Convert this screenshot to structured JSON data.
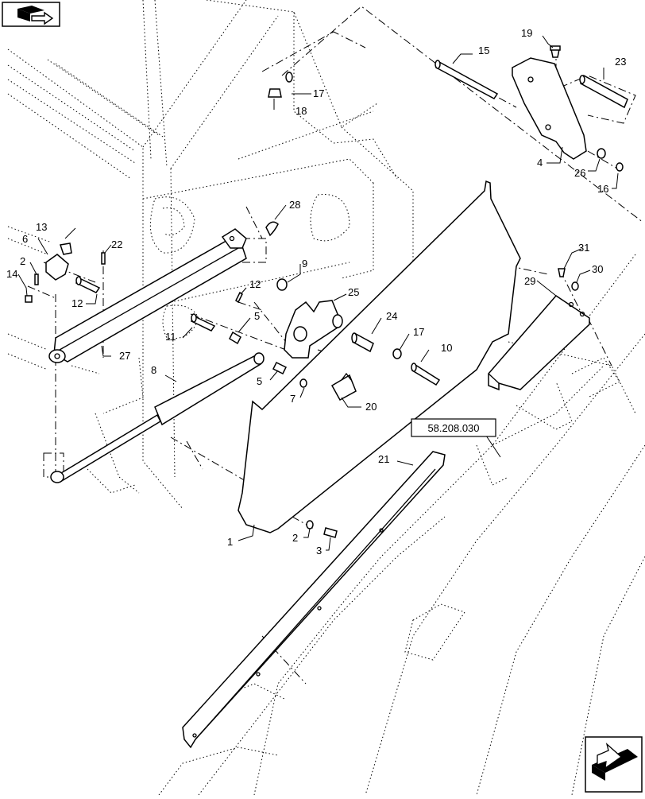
{
  "diagram": {
    "ref_box_label": "58.208.030",
    "callouts": [
      {
        "id": "c1",
        "text": "1"
      },
      {
        "id": "c2a",
        "text": "2"
      },
      {
        "id": "c2b",
        "text": "2"
      },
      {
        "id": "c3",
        "text": "3"
      },
      {
        "id": "c4",
        "text": "4"
      },
      {
        "id": "c5a",
        "text": "5"
      },
      {
        "id": "c5b",
        "text": "5"
      },
      {
        "id": "c6",
        "text": "6"
      },
      {
        "id": "c7",
        "text": "7"
      },
      {
        "id": "c8",
        "text": "8"
      },
      {
        "id": "c9",
        "text": "9"
      },
      {
        "id": "c10",
        "text": "10"
      },
      {
        "id": "c11",
        "text": "11"
      },
      {
        "id": "c12a",
        "text": "12"
      },
      {
        "id": "c12b",
        "text": "12"
      },
      {
        "id": "c13",
        "text": "13"
      },
      {
        "id": "c14",
        "text": "14"
      },
      {
        "id": "c15",
        "text": "15"
      },
      {
        "id": "c16",
        "text": "16"
      },
      {
        "id": "c17a",
        "text": "17"
      },
      {
        "id": "c17b",
        "text": "17"
      },
      {
        "id": "c18",
        "text": "18"
      },
      {
        "id": "c19",
        "text": "19"
      },
      {
        "id": "c20",
        "text": "20"
      },
      {
        "id": "c21",
        "text": "21"
      },
      {
        "id": "c22",
        "text": "22"
      },
      {
        "id": "c23",
        "text": "23"
      },
      {
        "id": "c24",
        "text": "24"
      },
      {
        "id": "c25",
        "text": "25"
      },
      {
        "id": "c26",
        "text": "26"
      },
      {
        "id": "c27",
        "text": "27"
      },
      {
        "id": "c28",
        "text": "28"
      },
      {
        "id": "c29",
        "text": "29"
      },
      {
        "id": "c30",
        "text": "30"
      },
      {
        "id": "c31",
        "text": "31"
      }
    ],
    "icons": {
      "top_left": "book-arrow-icon",
      "bottom_right": "next-page-arrow-icon"
    }
  }
}
